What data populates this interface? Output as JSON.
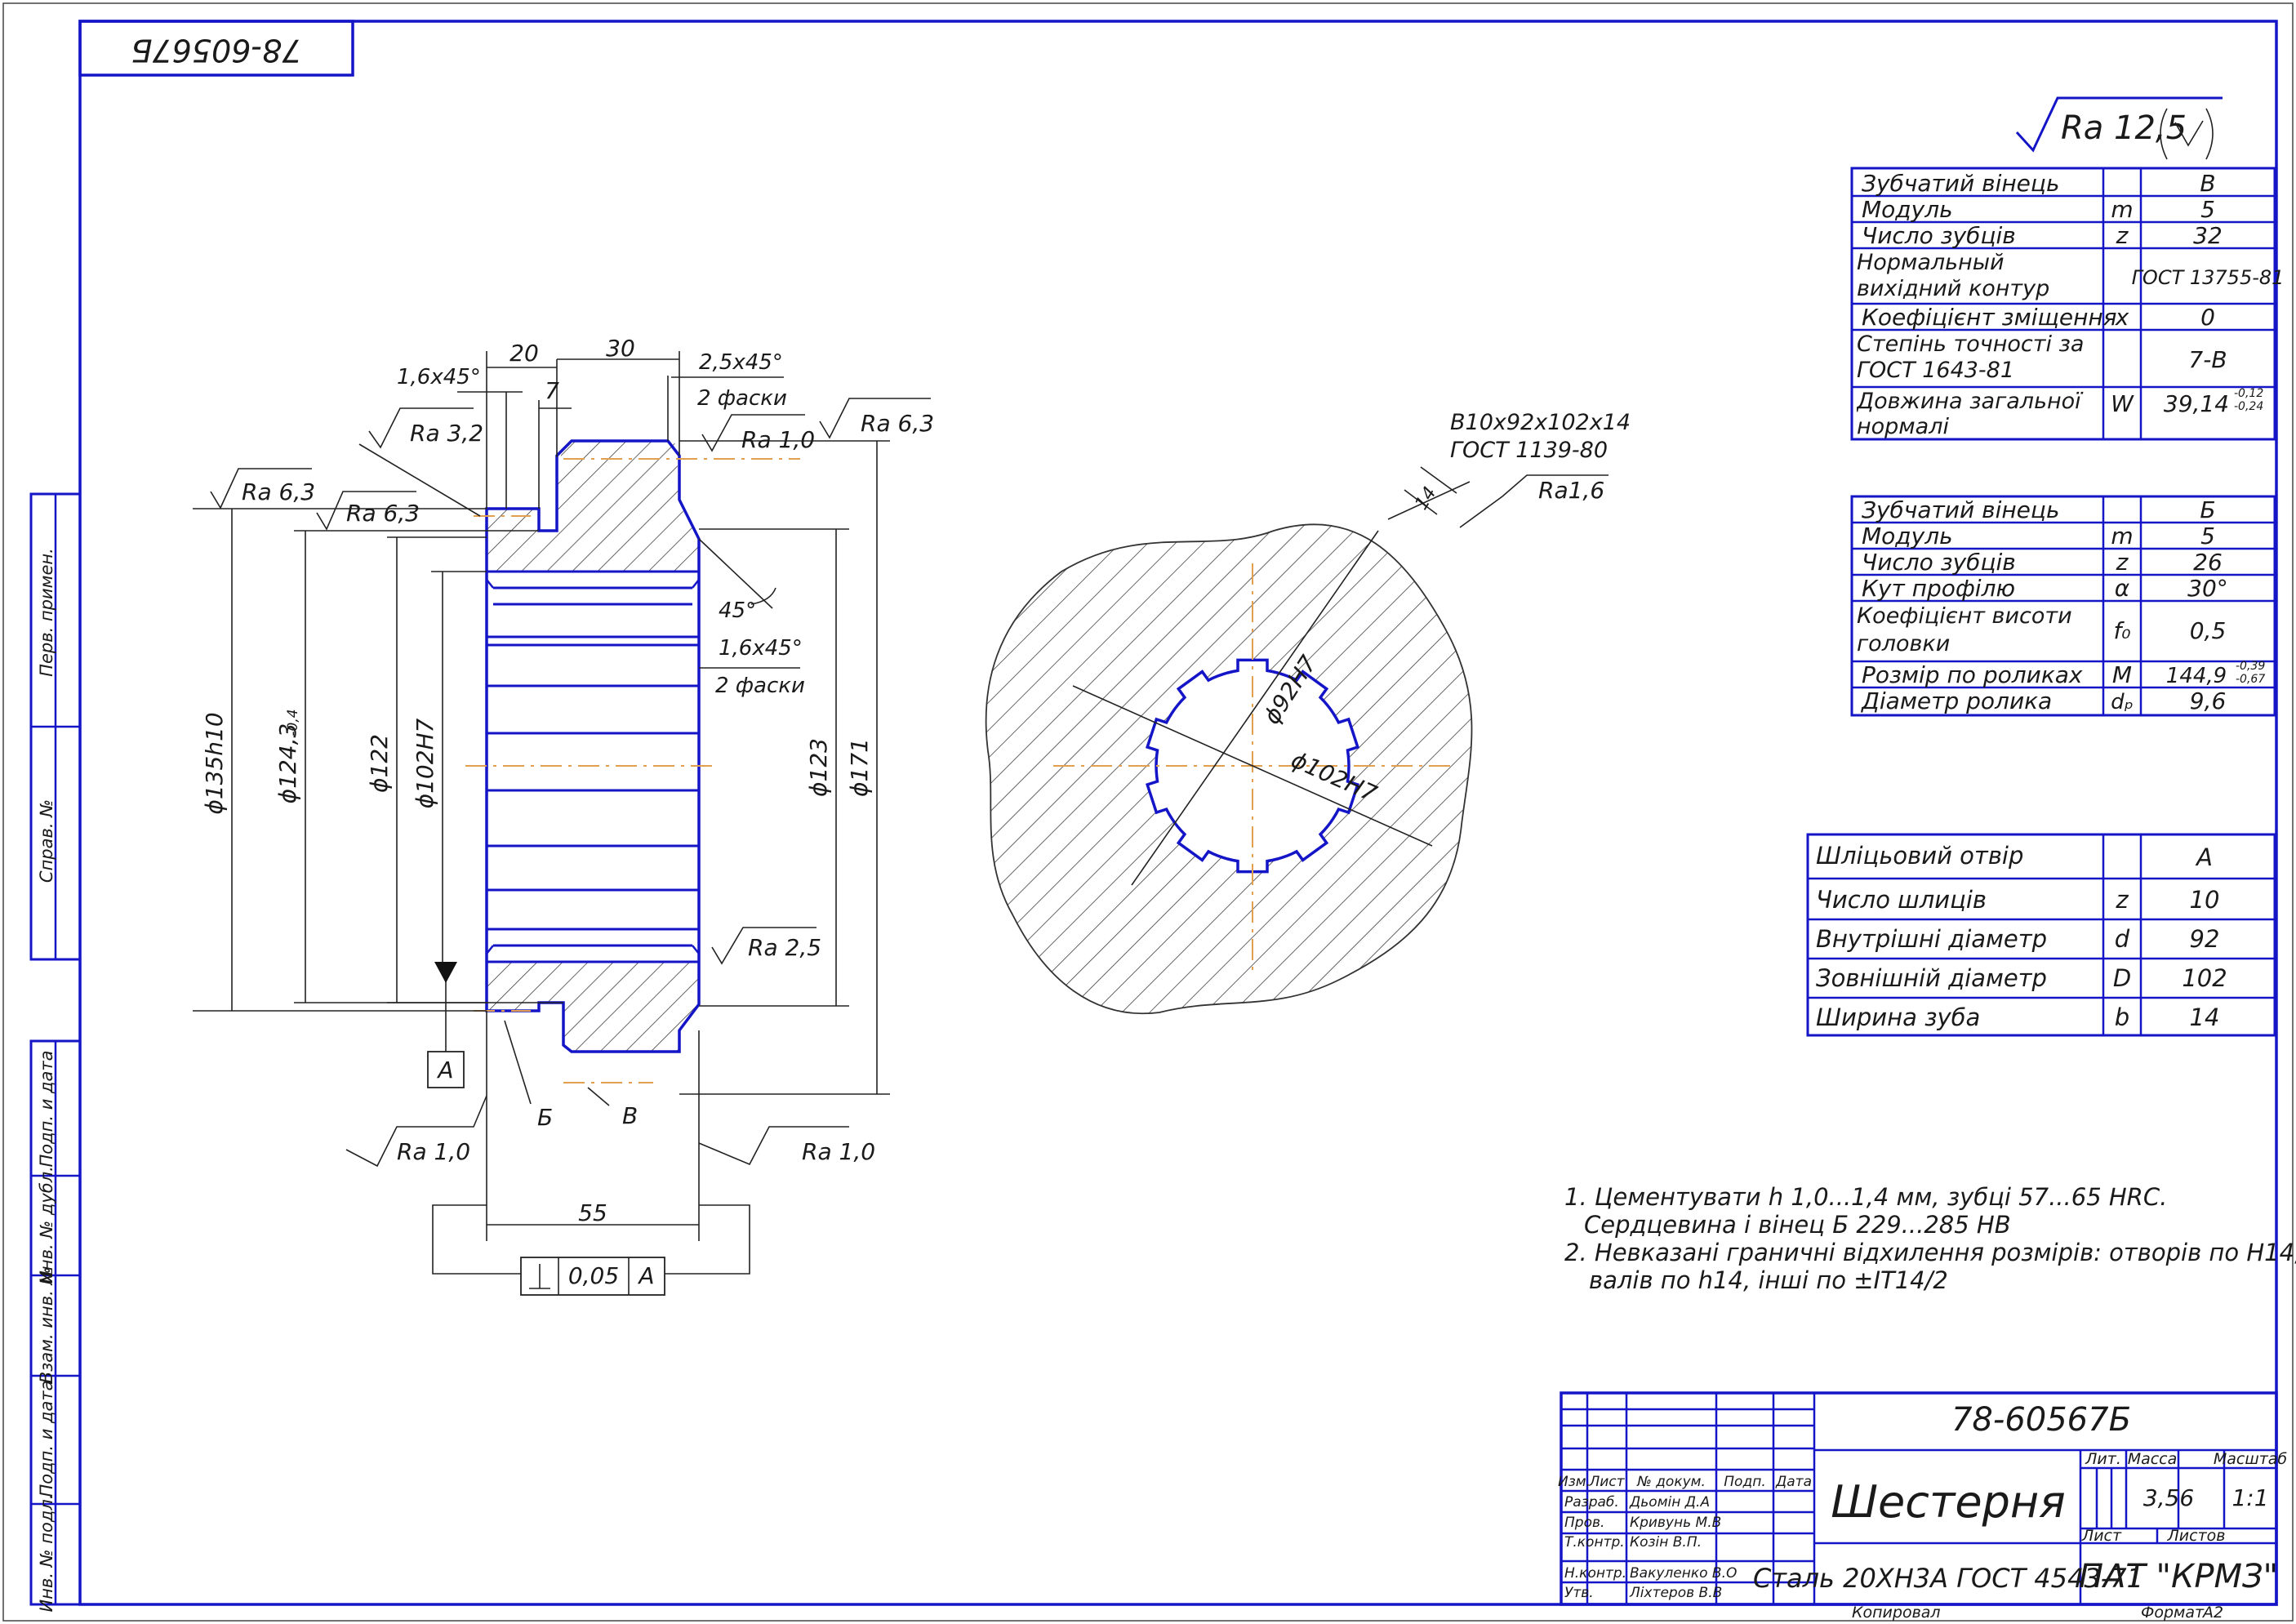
{
  "drawing_number": "78-60567Б",
  "part_name": "Шестерня",
  "material": "Сталь 20ХН3А ГОСТ 4543-71",
  "company": "ПАТ \"КРМЗ\"",
  "mass": "3,56",
  "scale": "1:1",
  "lit_label": "Лит.",
  "mass_label": "Масса",
  "scale_label": "Масштаб",
  "sheet_label": "Лист",
  "sheets_label": "Листов",
  "copied_label": "Копировал",
  "format_label": "Формат",
  "format_value": "А2",
  "title_block": {
    "col_headers": [
      "Изм.",
      "Лист",
      "№ докум.",
      "Подп.",
      "Дата"
    ],
    "people": [
      {
        "role": "Разраб.",
        "name": "Дьомін Д.А"
      },
      {
        "role": "Пров.",
        "name": "Кривунь М.В"
      },
      {
        "role": "Т.контр.",
        "name": "Козін В.П."
      },
      {
        "role": "Н.контр.",
        "name": "Вакуленко В.О"
      },
      {
        "role": "Утв.",
        "name": "Ліхтеров В.В"
      }
    ]
  },
  "side_strip": [
    "Перв. примен.",
    "Справ. №",
    "Подп. и дата",
    "Инв. № дубл.",
    "Взам. инв. №",
    "Подп. и дата",
    "Инв. № подл."
  ],
  "general_roughness": "Ra 12,5",
  "table_v": {
    "rows": [
      {
        "name": "Зубчатий вінець",
        "sym": "",
        "val": "В"
      },
      {
        "name": "Модуль",
        "sym": "m",
        "val": "5"
      },
      {
        "name": "Число зубців",
        "sym": "z",
        "val": "32"
      },
      {
        "name": "Нормальный вихідний контур",
        "sym": "",
        "val": "ГОСТ 13755-81"
      },
      {
        "name": "Коефіцієнт зміщення",
        "sym": "x",
        "val": "0"
      },
      {
        "name": "Степінь точності за ГОСТ 1643-81",
        "sym": "",
        "val": "7-В"
      },
      {
        "name": "Довжина загальної нормалі",
        "sym": "W",
        "val": "39,14",
        "tol_up": "-0,12",
        "tol_low": "-0,24"
      }
    ]
  },
  "table_b": {
    "rows": [
      {
        "name": "Зубчатий вінець",
        "sym": "",
        "val": "Б"
      },
      {
        "name": "Модуль",
        "sym": "m",
        "val": "5"
      },
      {
        "name": "Число зубців",
        "sym": "z",
        "val": "26"
      },
      {
        "name": "Кут профілю",
        "sym": "α",
        "val": "30°"
      },
      {
        "name": "Коефіцієнт висоти головки",
        "sym": "f₀",
        "val": "0,5"
      },
      {
        "name": "Розмір по роликах",
        "sym": "M",
        "val": "144,9",
        "tol_up": "-0,39",
        "tol_low": "-0,67"
      },
      {
        "name": "Діаметр ролика",
        "sym": "dₚ",
        "val": "9,6"
      }
    ]
  },
  "table_a": {
    "rows": [
      {
        "name": "Шліцьовий отвір",
        "sym": "",
        "val": "А"
      },
      {
        "name": "Число шлиців",
        "sym": "z",
        "val": "10"
      },
      {
        "name": "Внутрішні діаметр",
        "sym": "d",
        "val": "92"
      },
      {
        "name": "Зовнішній діаметр",
        "sym": "D",
        "val": "102"
      },
      {
        "name": "Ширина зуба",
        "sym": "b",
        "val": "14"
      }
    ]
  },
  "notes": [
    "1. Цементувати h 1,0...1,4 мм, зубці 57...65 HRC.",
    "Сердцевина і вінец Б 229...285 HB",
    "2. Невказані граничні відхилення розмірів: отворів по H14,",
    "валів по h14, інші по ±IT14/2"
  ],
  "spline_callout": [
    "B10x92x102x14",
    "ГОСТ 1139-80"
  ],
  "section_labels": {
    "d135": "ϕ135h10",
    "d124": "ϕ124,3",
    "d124_tol": "-0,4",
    "d122": "ϕ122",
    "d102": "ϕ102H7",
    "d123": "ϕ123",
    "d171": "ϕ171",
    "w55": "55",
    "w20": "20",
    "w30": "30",
    "w7": "7",
    "ch1": "1,6x45°",
    "ch2": "2,5x45°",
    "ch2b": "2 фаски",
    "ch3": "1,6x45°",
    "ch3b": "2 фаски",
    "ang45": "45°",
    "datum": "А",
    "rim_b": "Б",
    "rim_v": "В",
    "ra32": "Ra 3,2",
    "ra63a": "Ra 6,3",
    "ra63b": "Ra 6,3",
    "ra63c": "Ra 6,3",
    "ra10a": "Ra 1,0",
    "ra25": "Ra 2,5",
    "ra10b": "Ra 1,0",
    "ra10c": "Ra 1,0",
    "tol_value": "0,05",
    "tol_datum": "А"
  },
  "spline_labels": {
    "d92": "ϕ92H7",
    "d102": "ϕ102H7",
    "width": "14",
    "ra": "Ra1,6"
  }
}
